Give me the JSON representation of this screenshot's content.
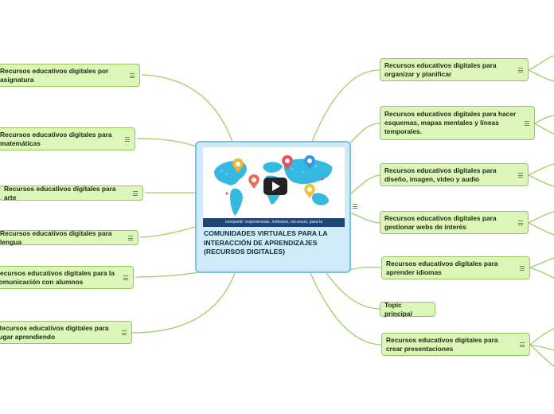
{
  "central": {
    "title": "COMUNIDADES VIRTUALES PARA LA INTERACCIÓN DE APRENDIZAJES (RECURSOS DIGITALES)",
    "image_caption": "compartir: experiencias, métodos, recursos, para la",
    "play_icon": "play-icon"
  },
  "left_topics": [
    {
      "label": "Recursos educativos digitales por asignatura"
    },
    {
      "label": "Recursos educativos digitales para matemáticas"
    },
    {
      "label": "Recursos educativos digitales para arte"
    },
    {
      "label": "Recursos educativos digitales para lengua"
    },
    {
      "label": "Recursos educativos digitales para la comunicación con alumnos"
    },
    {
      "label": "Recursos educativos digitales para jugar aprendiendo"
    }
  ],
  "right_topics": [
    {
      "label": "Recursos educativos digitales para organizar y planificar"
    },
    {
      "label": "Recursos educativos digitales para hacer esquemas, mapas mentales y líneas temporales."
    },
    {
      "label": "Recursos educativos digitales para diseño, imagen, video y audio"
    },
    {
      "label": "Recursos educativos digitales para gestionar webs de interés"
    },
    {
      "label": "Recursos educativos digitales para aprender idiomas"
    },
    {
      "label": "Topic principal"
    },
    {
      "label": "Recursos educativos digitales para crear presentaciones"
    }
  ],
  "colors": {
    "node_fill": "#dcf5b8",
    "node_border": "#93c95a",
    "link": "#9fd064",
    "central_fill": "#cfeaf8",
    "central_border": "#7cc0e4"
  }
}
